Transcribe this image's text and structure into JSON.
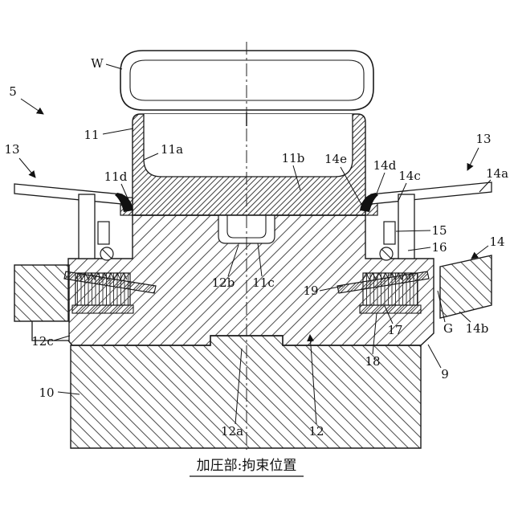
{
  "caption": "加圧部:拘束位置",
  "labels": {
    "w": "W",
    "5": "5",
    "13_left": "13",
    "11": "11",
    "11a": "11a",
    "11d": "11d",
    "11b": "11b",
    "14e": "14e",
    "14d": "14d",
    "14c": "14c",
    "13_right": "13",
    "14a": "14a",
    "15": "15",
    "16": "16",
    "14": "14",
    "12b": "12b",
    "11c": "11c",
    "19": "19",
    "17": "17",
    "g": "G",
    "14b": "14b",
    "18": "18",
    "9": "9",
    "12c": "12c",
    "10": "10",
    "12a": "12a",
    "12": "12"
  },
  "colors": {
    "outline": "#1a1a1a",
    "hatch": "#4a4a4a",
    "background": "#ffffff"
  }
}
